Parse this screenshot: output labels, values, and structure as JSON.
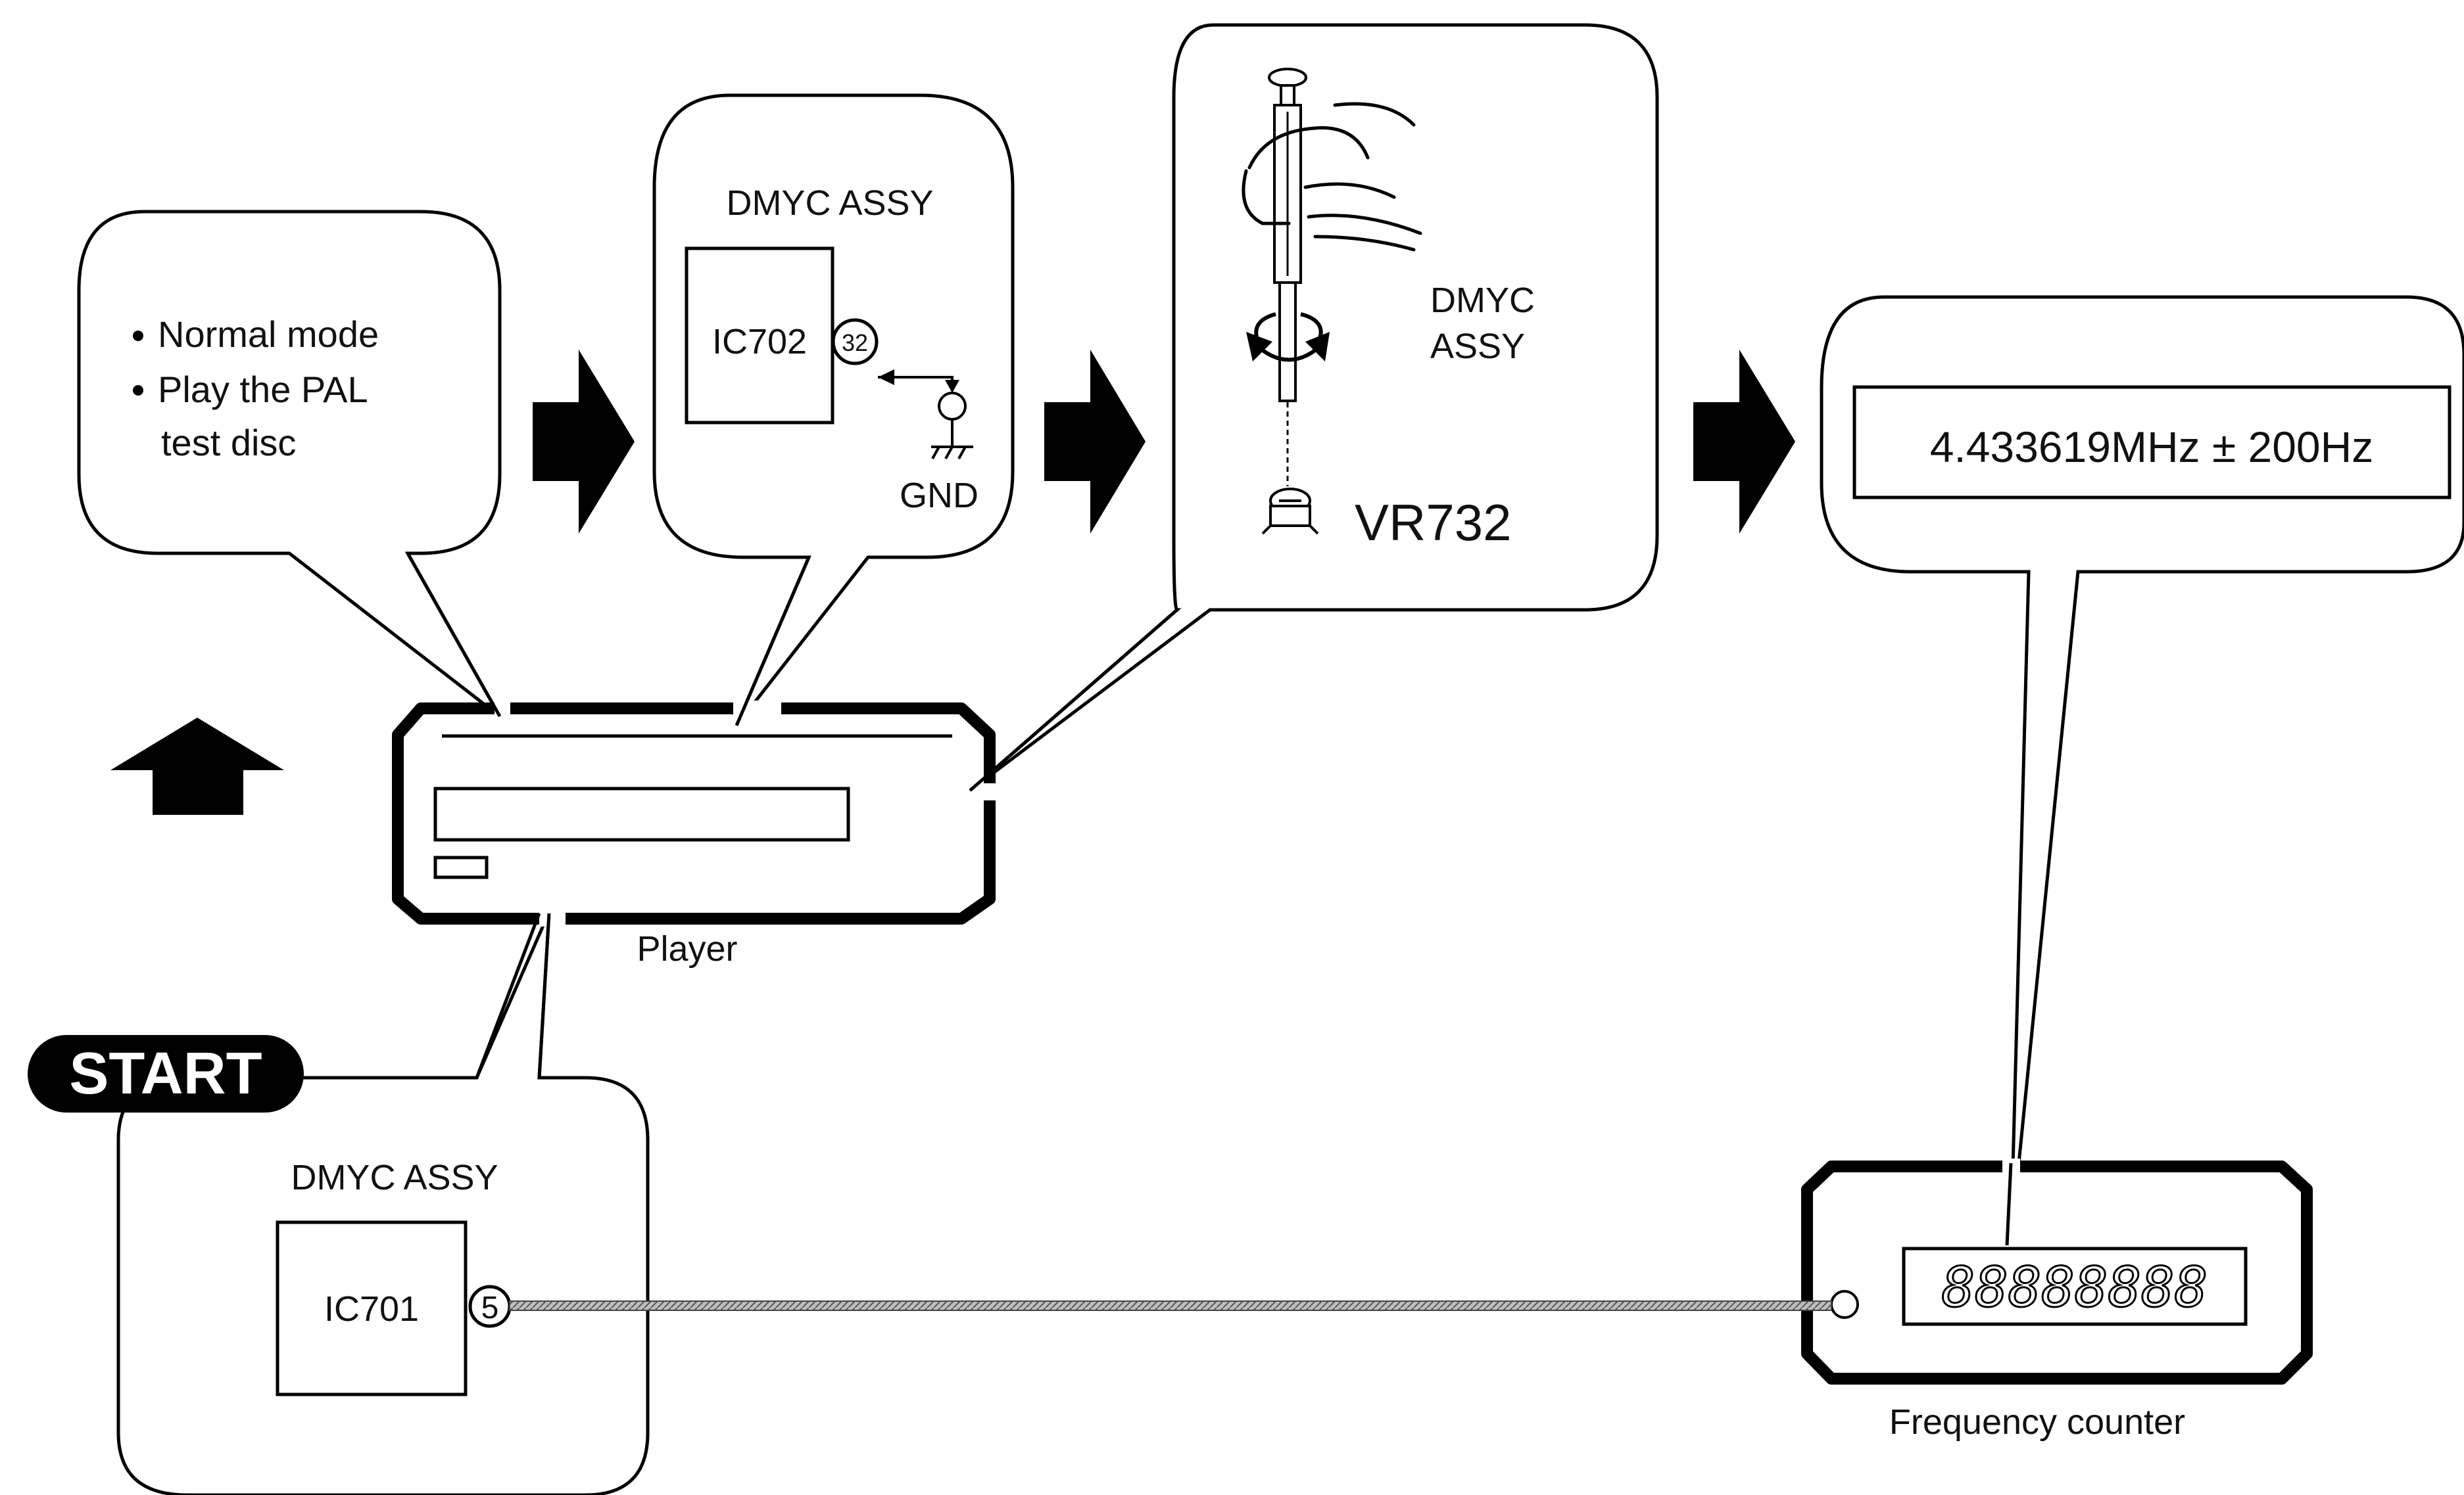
{
  "start_badge": "START",
  "bubble_conditions": {
    "items": [
      "Normal mode",
      "Play the PAL",
      "test disc"
    ]
  },
  "bubble_short": {
    "title": "DMYC ASSY",
    "ic_label": "IC702",
    "pin": "32",
    "ground_label": "GND"
  },
  "bubble_adjust": {
    "title_line1": "DMYC",
    "title_line2": "ASSY",
    "component": "VR732"
  },
  "bubble_spec": {
    "value": "4.433619MHz ± 200Hz"
  },
  "bubble_start": {
    "title": "DMYC ASSY",
    "ic_label": "IC701",
    "pin": "5"
  },
  "player": {
    "label": "Player"
  },
  "frequency_counter": {
    "label": "Frequency counter",
    "display": "88888888"
  }
}
